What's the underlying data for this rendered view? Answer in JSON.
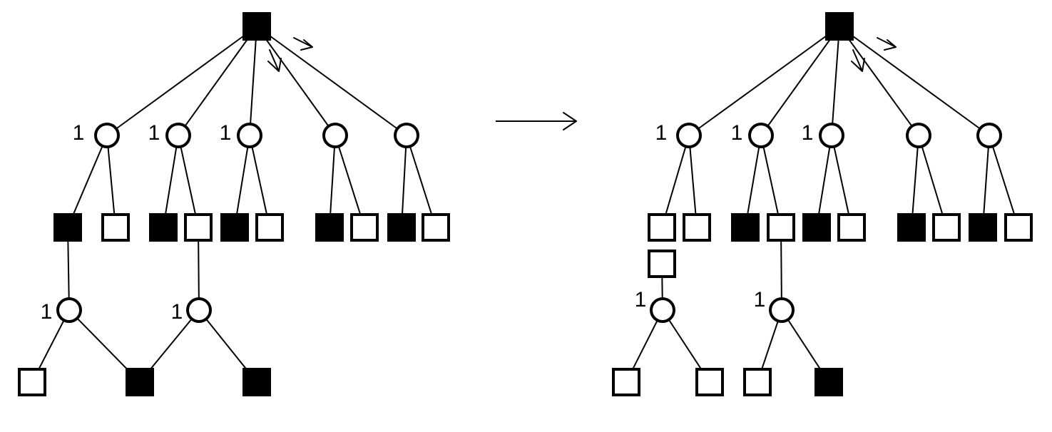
{
  "colors": {
    "stroke": "#000000",
    "filled": "#000000",
    "empty": "#ffffff",
    "background": "#ffffff"
  },
  "legend": {
    "filled_square": "black-square",
    "empty_square": "white-square",
    "circle": "white-circle"
  },
  "diagrams": [
    {
      "name": "left-graph",
      "nodes": [
        {
          "id": "L-root",
          "shape": "square",
          "filled": true
        },
        {
          "id": "L-c1",
          "shape": "circle",
          "label": "1"
        },
        {
          "id": "L-c2",
          "shape": "circle",
          "label": "1"
        },
        {
          "id": "L-c3",
          "shape": "circle",
          "label": "1"
        },
        {
          "id": "L-c4",
          "shape": "circle",
          "label": ""
        },
        {
          "id": "L-c5",
          "shape": "circle",
          "label": ""
        },
        {
          "id": "L-s1",
          "shape": "square",
          "filled": true
        },
        {
          "id": "L-s2",
          "shape": "square",
          "filled": false
        },
        {
          "id": "L-s3",
          "shape": "square",
          "filled": true
        },
        {
          "id": "L-s4",
          "shape": "square",
          "filled": false
        },
        {
          "id": "L-s5",
          "shape": "square",
          "filled": true
        },
        {
          "id": "L-s6",
          "shape": "square",
          "filled": false
        },
        {
          "id": "L-s7",
          "shape": "square",
          "filled": true
        },
        {
          "id": "L-s8",
          "shape": "square",
          "filled": false
        },
        {
          "id": "L-s9",
          "shape": "square",
          "filled": true
        },
        {
          "id": "L-s10",
          "shape": "square",
          "filled": false
        },
        {
          "id": "L-d1",
          "shape": "circle",
          "label": "1"
        },
        {
          "id": "L-d2",
          "shape": "circle",
          "label": "1"
        },
        {
          "id": "L-b1",
          "shape": "square",
          "filled": false
        },
        {
          "id": "L-b2",
          "shape": "square",
          "filled": true
        },
        {
          "id": "L-b3",
          "shape": "square",
          "filled": true
        }
      ],
      "edges": [
        [
          "L-root",
          "L-c1"
        ],
        [
          "L-root",
          "L-c2"
        ],
        [
          "L-root",
          "L-c3"
        ],
        [
          "L-root",
          "L-c4"
        ],
        [
          "L-root",
          "L-c5"
        ],
        [
          "L-c1",
          "L-s1"
        ],
        [
          "L-c1",
          "L-s2"
        ],
        [
          "L-c2",
          "L-s3"
        ],
        [
          "L-c2",
          "L-s4"
        ],
        [
          "L-c3",
          "L-s5"
        ],
        [
          "L-c3",
          "L-s6"
        ],
        [
          "L-c4",
          "L-s7"
        ],
        [
          "L-c4",
          "L-s8"
        ],
        [
          "L-c5",
          "L-s9"
        ],
        [
          "L-c5",
          "L-s10"
        ],
        [
          "L-s1",
          "L-d1"
        ],
        [
          "L-s4",
          "L-d2"
        ],
        [
          "L-d1",
          "L-b1"
        ],
        [
          "L-d1",
          "L-b2"
        ],
        [
          "L-d2",
          "L-b2"
        ],
        [
          "L-d2",
          "L-b3"
        ]
      ]
    },
    {
      "name": "right-graph",
      "nodes": [
        {
          "id": "R-root",
          "shape": "square",
          "filled": true
        },
        {
          "id": "R-c1",
          "shape": "circle",
          "label": "1"
        },
        {
          "id": "R-c2",
          "shape": "circle",
          "label": "1"
        },
        {
          "id": "R-c3",
          "shape": "circle",
          "label": "1"
        },
        {
          "id": "R-c4",
          "shape": "circle",
          "label": ""
        },
        {
          "id": "R-c5",
          "shape": "circle",
          "label": ""
        },
        {
          "id": "R-s1",
          "shape": "square",
          "filled": false
        },
        {
          "id": "R-s2",
          "shape": "square",
          "filled": false
        },
        {
          "id": "R-s3",
          "shape": "square",
          "filled": true
        },
        {
          "id": "R-s4",
          "shape": "square",
          "filled": false
        },
        {
          "id": "R-s5",
          "shape": "square",
          "filled": true
        },
        {
          "id": "R-s6",
          "shape": "square",
          "filled": false
        },
        {
          "id": "R-s7",
          "shape": "square",
          "filled": true
        },
        {
          "id": "R-s8",
          "shape": "square",
          "filled": false
        },
        {
          "id": "R-s9",
          "shape": "square",
          "filled": true
        },
        {
          "id": "R-s10",
          "shape": "square",
          "filled": false
        },
        {
          "id": "R-x1",
          "shape": "square",
          "filled": false
        },
        {
          "id": "R-d1",
          "shape": "circle",
          "label": "1"
        },
        {
          "id": "R-d2",
          "shape": "circle",
          "label": "1"
        },
        {
          "id": "R-b1",
          "shape": "square",
          "filled": false
        },
        {
          "id": "R-b2",
          "shape": "square",
          "filled": false
        },
        {
          "id": "R-b3",
          "shape": "square",
          "filled": false
        },
        {
          "id": "R-b4",
          "shape": "square",
          "filled": true
        }
      ],
      "edges": [
        [
          "R-root",
          "R-c1"
        ],
        [
          "R-root",
          "R-c2"
        ],
        [
          "R-root",
          "R-c3"
        ],
        [
          "R-root",
          "R-c4"
        ],
        [
          "R-root",
          "R-c5"
        ],
        [
          "R-c1",
          "R-s1"
        ],
        [
          "R-c1",
          "R-s2"
        ],
        [
          "R-c2",
          "R-s3"
        ],
        [
          "R-c2",
          "R-s4"
        ],
        [
          "R-c3",
          "R-s5"
        ],
        [
          "R-c3",
          "R-s6"
        ],
        [
          "R-c4",
          "R-s7"
        ],
        [
          "R-c4",
          "R-s8"
        ],
        [
          "R-c5",
          "R-s9"
        ],
        [
          "R-c5",
          "R-s10"
        ],
        [
          "R-x1",
          "R-d1"
        ],
        [
          "R-s4",
          "R-d2"
        ],
        [
          "R-d1",
          "R-b1"
        ],
        [
          "R-d1",
          "R-b2"
        ],
        [
          "R-d2",
          "R-b3"
        ],
        [
          "R-d2",
          "R-b4"
        ]
      ]
    }
  ]
}
